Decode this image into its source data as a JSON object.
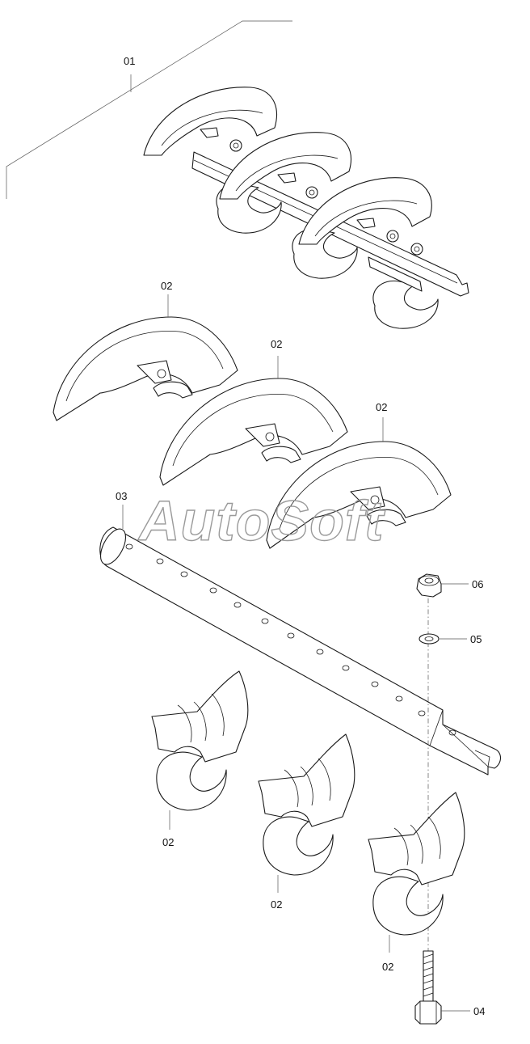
{
  "callouts": {
    "assembly": "01",
    "flight_1": "02",
    "flight_2": "02",
    "flight_3": "02",
    "flight_4": "02",
    "flight_5": "02",
    "flight_6": "02",
    "shaft": "03",
    "bolt": "04",
    "washer": "05",
    "nut": "06"
  },
  "watermark": {
    "text": "AutoSoft"
  },
  "colors": {
    "line": "#1a1a1a",
    "leader": "#555555",
    "background": "#ffffff",
    "watermark": "#9a9a9a"
  }
}
